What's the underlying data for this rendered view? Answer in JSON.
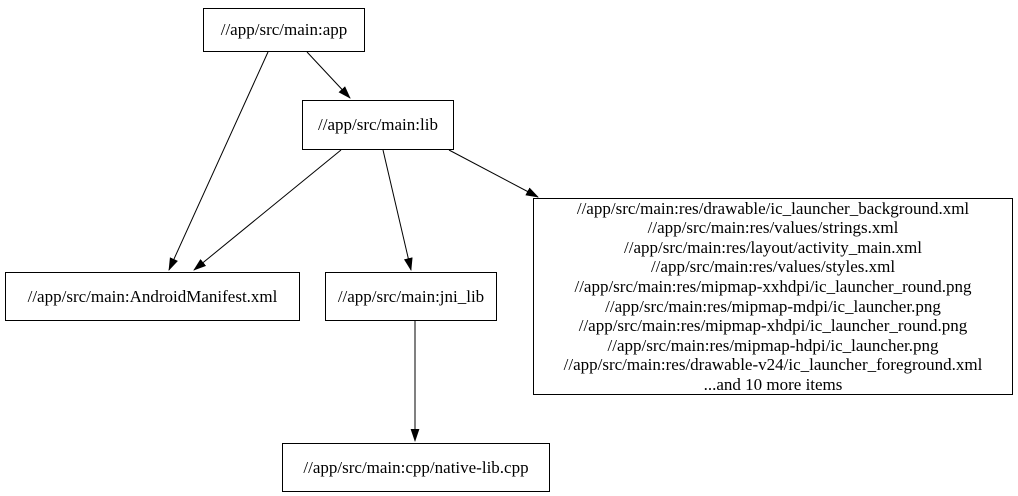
{
  "diagram": {
    "type": "directed-dependency-graph",
    "background_color": "#ffffff",
    "node_border_color": "#000000",
    "edge_color": "#000000",
    "text_color": "#000000"
  },
  "nodes": {
    "app": {
      "label": "//app/src/main:app"
    },
    "lib": {
      "label": "//app/src/main:lib"
    },
    "android_manifest": {
      "label": "//app/src/main:AndroidManifest.xml"
    },
    "jni_lib": {
      "label": "//app/src/main:jni_lib"
    },
    "resources": {
      "lines": [
        "//app/src/main:res/drawable/ic_launcher_background.xml",
        "//app/src/main:res/values/strings.xml",
        "//app/src/main:res/layout/activity_main.xml",
        "//app/src/main:res/values/styles.xml",
        "//app/src/main:res/mipmap-xxhdpi/ic_launcher_round.png",
        "//app/src/main:res/mipmap-mdpi/ic_launcher.png",
        "//app/src/main:res/mipmap-xhdpi/ic_launcher_round.png",
        "//app/src/main:res/mipmap-hdpi/ic_launcher.png",
        "//app/src/main:res/drawable-v24/ic_launcher_foreground.xml",
        "...and 10 more items"
      ]
    },
    "native_lib": {
      "label": "//app/src/main:cpp/native-lib.cpp"
    }
  },
  "edges": [
    {
      "from": "app",
      "to": "lib"
    },
    {
      "from": "app",
      "to": "android_manifest"
    },
    {
      "from": "lib",
      "to": "android_manifest"
    },
    {
      "from": "lib",
      "to": "jni_lib"
    },
    {
      "from": "lib",
      "to": "resources"
    },
    {
      "from": "jni_lib",
      "to": "native_lib"
    }
  ]
}
